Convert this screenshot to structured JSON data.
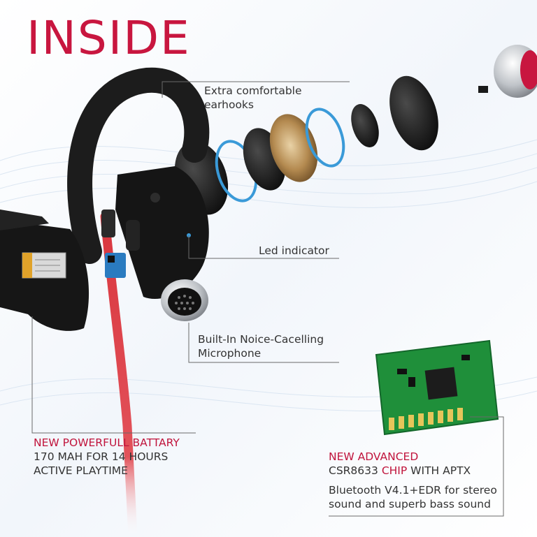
{
  "title": "INSIDE",
  "colors": {
    "accent": "#c8163f",
    "text": "#333333",
    "earhook_body": "#1a1a1a",
    "cable": "#d9363e",
    "pcb": "#1f8f3a",
    "bluering": "#3a9ad8",
    "gold": "#b48a50"
  },
  "callouts": {
    "earhooks": {
      "line1": "Extra comfortable",
      "line2": "earhooks"
    },
    "led": {
      "label": "Led indicator"
    },
    "mic": {
      "line1": "Built-In Noice-Cacelling",
      "line2": "Microphone"
    },
    "battery": {
      "headline": "NEW POWERFULL BATTARY",
      "line1": "170 MAH FOR 14 HOURS",
      "line2": "ACTIVE PLAYTIME"
    },
    "chip": {
      "headline": "NEW ADVANCED",
      "model": "CSR8633",
      "chip_word": "CHIP",
      "suffix": "WITH APTX",
      "desc1": "Bluetooth V4.1+EDR for stereo",
      "desc2": "sound and superb bass sound"
    }
  },
  "icons": [
    "earhook-icon",
    "speaker-driver-icon",
    "microphone-icon",
    "battery-icon",
    "pcb-chip-icon",
    "earbud-tip-icon"
  ]
}
